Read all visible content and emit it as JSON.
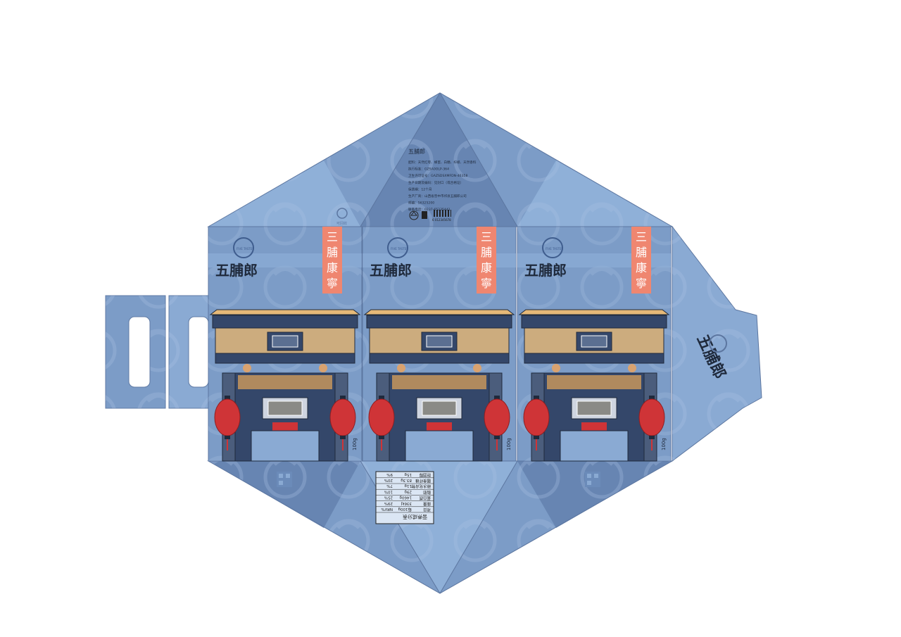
{
  "brand": {
    "logo_text": "五脯郎",
    "tagline_vertical": [
      "三",
      "脯",
      "康",
      "寧"
    ],
    "round_badge": "FIVE TASTES"
  },
  "weight_label": "100g",
  "recycle_label": "可回收",
  "info_panel": {
    "product_name": "五脯郎",
    "lines": [
      "配料：天然红枣、蜂蜜、白糖、柠檬、天然香料",
      "执行标准：GZSA0OLP-364",
      "卫生许可证号：GAZSDSXMFDN-46358",
      "生产日期及编码：见封口（或合格证）",
      "保质期：12个月",
      "生产厂商：山西省晋中市祁县五脯郎公司",
      "邮编：56325200",
      "联系电话：0237-65235441"
    ],
    "barcode_number": "6 012345678"
  },
  "nutrition": {
    "title": "营养成分表",
    "headers": [
      "项目",
      "每100g",
      "NRV%"
    ],
    "rows": [
      [
        "能量",
        "336kJ",
        "29%"
      ],
      [
        "蛋白质",
        "1460g",
        "25%"
      ],
      [
        "脂肪",
        "29g",
        "10%"
      ],
      [
        "碳水化合物",
        "11g",
        "7%"
      ],
      [
        "膳食纤维",
        "83.3g",
        "20%"
      ],
      [
        "胆固醇",
        "15g",
        "9%"
      ]
    ]
  },
  "colors": {
    "panel_main": "#7c9cc7",
    "panel_light": "#8fb0d8",
    "panel_dark": "#6785b2",
    "accent_salmon": "#ef8670",
    "wall_navy": "#34476a",
    "lantern_red": "#cf3437",
    "wood_tan": "#ccac7e",
    "trim_gold": "#e6b978",
    "outline": "#1f2a3c"
  }
}
